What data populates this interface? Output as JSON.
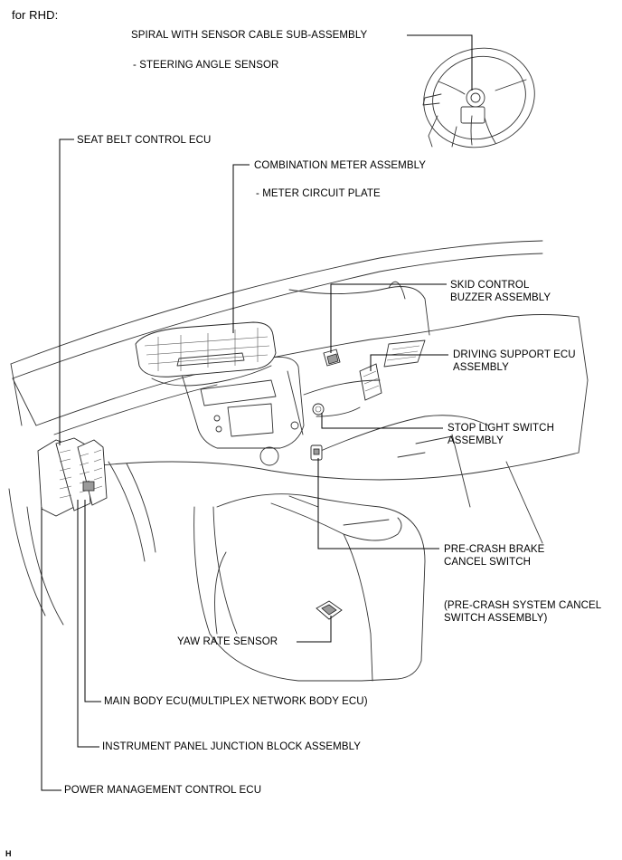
{
  "header": "for RHD:",
  "footer_code": "H",
  "labels": {
    "spiral": "SPIRAL WITH SENSOR CABLE SUB-ASSEMBLY",
    "steering_angle": "- STEERING ANGLE SENSOR",
    "seat_belt": "SEAT BELT CONTROL ECU",
    "combination_meter": "COMBINATION METER ASSEMBLY",
    "meter_circuit": "- METER CIRCUIT PLATE",
    "skid_1": "SKID CONTROL",
    "skid_2": "BUZZER ASSEMBLY",
    "driving_1": "DRIVING SUPPORT ECU",
    "driving_2": "ASSEMBLY",
    "stop_1": "STOP LIGHT SWITCH",
    "stop_2": "ASSEMBLY",
    "precrash_1": "PRE-CRASH BRAKE",
    "precrash_2": "CANCEL SWITCH",
    "precrash_sys_1": "(PRE-CRASH SYSTEM CANCEL",
    "precrash_sys_2": "SWITCH ASSEMBLY)",
    "yaw": "YAW RATE SENSOR",
    "main_body": "MAIN BODY ECU(MULTIPLEX NETWORK BODY ECU)",
    "instrument_jb": "INSTRUMENT PANEL JUNCTION BLOCK ASSEMBLY",
    "power_mgmt": "POWER MANAGEMENT CONTROL ECU"
  }
}
